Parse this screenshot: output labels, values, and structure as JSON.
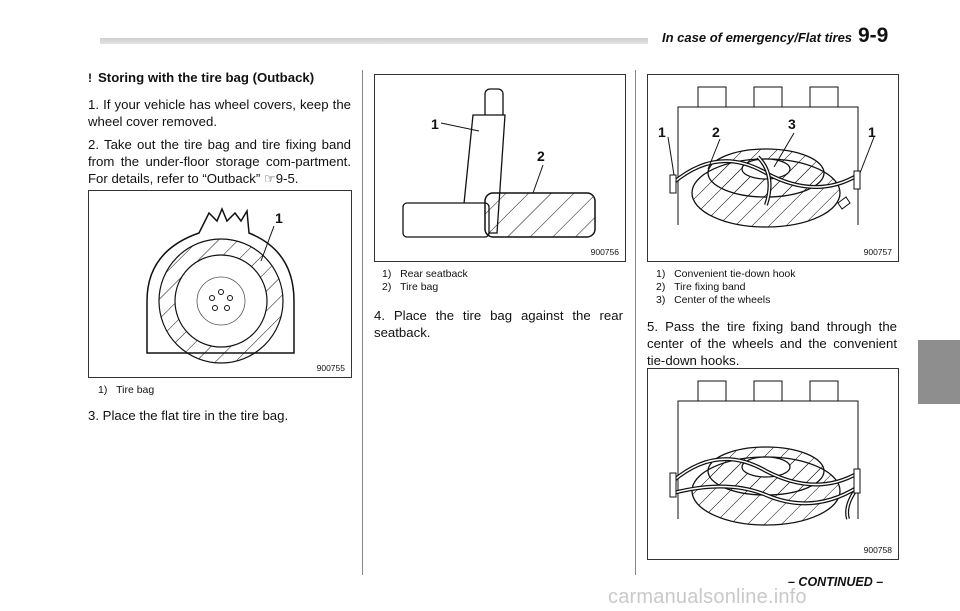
{
  "header": {
    "section_title": "In case of emergency/Flat tires",
    "page_number": "9-9"
  },
  "col1": {
    "heading_mark": "!",
    "heading": "Storing with the tire bag (Outback)",
    "step1": "1.  If your vehicle has wheel covers, keep the wheel cover removed.",
    "step2": "2.  Take out the tire bag and tire fixing band from the under-floor storage com-partment. For details, refer to “Outback” ☞9-5.",
    "fig": {
      "id": "900755",
      "callout": "1"
    },
    "captions": [
      "1)   Tire bag"
    ],
    "step3": "3.  Place the flat tire in the tire bag."
  },
  "col2": {
    "fig": {
      "id": "900756",
      "callout1": "1",
      "callout2": "2"
    },
    "captions": [
      "1)   Rear seatback",
      "2)   Tire bag"
    ],
    "step4": "4.  Place the tire bag against the rear seatback."
  },
  "col3": {
    "fig1": {
      "id": "900757",
      "callout_left": "1",
      "callout_2": "2",
      "callout_3": "3",
      "callout_right": "1"
    },
    "captions": [
      "1)   Convenient tie-down hook",
      "2)   Tire fixing band",
      "3)   Center of the wheels"
    ],
    "step5": "5.  Pass the tire fixing band through the center of the wheels and the convenient tie-down hooks.",
    "fig2": {
      "id": "900758"
    }
  },
  "footer": {
    "continued": "– CONTINUED –",
    "watermark": "carmanualsonline.info"
  }
}
